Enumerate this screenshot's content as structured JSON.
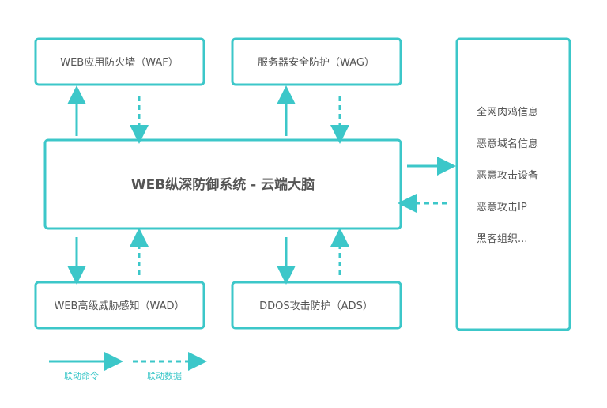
{
  "boxes": {
    "waf": "WEB应用防火墙（WAF）",
    "wag": "服务器安全防护（WAG）",
    "core": "WEB纵深防御系统 - 云端大脑",
    "wad": "WEB高级威胁感知（WAD）",
    "ads": "DDOS攻击防护（ADS）"
  },
  "intel": {
    "items": [
      "全网肉鸡信息",
      "恶意域名信息",
      "恶意攻击设备",
      "恶意攻击IP",
      "黑客组织..."
    ]
  },
  "legend": {
    "solid_label": "联动命令",
    "dashed_label": "联动数据"
  },
  "colors": {
    "accent": "#3cc7c9",
    "text": "#555555"
  }
}
